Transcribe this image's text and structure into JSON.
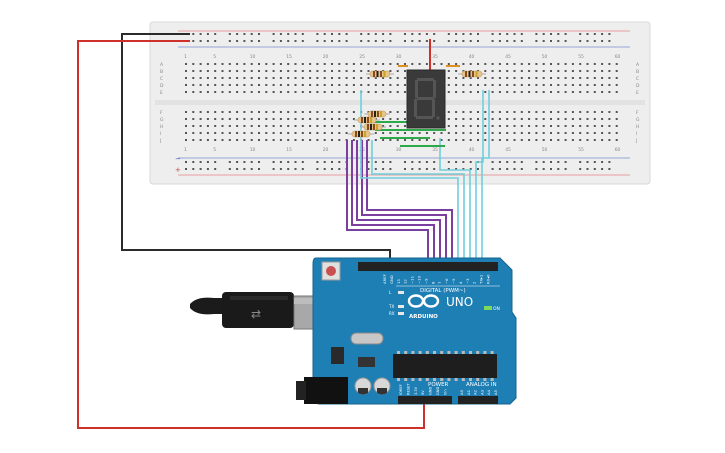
{
  "breadboard": {
    "column_numbers": [
      "1",
      "5",
      "10",
      "15",
      "20",
      "25",
      "30",
      "35",
      "40",
      "45",
      "50",
      "55",
      "60"
    ],
    "row_letters_top": [
      "A",
      "B",
      "C",
      "D",
      "E"
    ],
    "row_letters_bottom": [
      "F",
      "G",
      "H",
      "I",
      "J"
    ],
    "rail_plus": "+",
    "rail_minus": "−"
  },
  "arduino": {
    "logo_text": "ARDUINO",
    "model": "UNO",
    "digital_label": "DIGITAL (PWM~)",
    "power_label": "POWER",
    "analog_label": "ANALOG IN",
    "on_label": "ON",
    "led_labels": [
      "L",
      "TX",
      "RX"
    ],
    "top_pins": [
      "AREF",
      "GND",
      "13",
      "12",
      "~11",
      "~10",
      "~9",
      "8",
      "7",
      "~6",
      "~5",
      "4",
      "~3",
      "2",
      "TX▸1",
      "RX◂0"
    ],
    "power_pins": [
      "IOREF",
      "RESET",
      "3.3V",
      "5V",
      "GND",
      "GND",
      "Vin"
    ],
    "analog_pins": [
      "A0",
      "A1",
      "A2",
      "A3",
      "A4",
      "A5"
    ]
  },
  "colors": {
    "wire_red": "#d0302a",
    "wire_black": "#2b2b2b",
    "wire_purple": "#7b3fa0",
    "wire_cyan": "#6fcfdc",
    "wire_green": "#2fa84a",
    "board_blue": "#1e7fb5",
    "breadboard": "#eeeeee"
  }
}
